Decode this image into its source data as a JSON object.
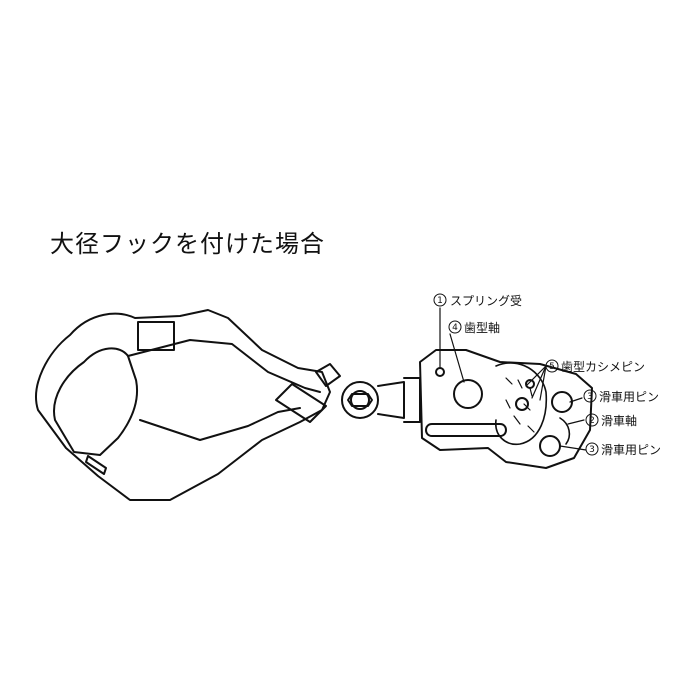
{
  "title": "大径フックを付けた場合",
  "parts": [
    {
      "num": "1",
      "label": "スプリング受"
    },
    {
      "num": "4",
      "label": "歯型軸"
    },
    {
      "num": "5",
      "label": "歯型カシメピン"
    },
    {
      "num": "3",
      "label": "滑車用ピン"
    },
    {
      "num": "2",
      "label": "滑車軸"
    },
    {
      "num": "3",
      "label": "滑車用ピン"
    }
  ]
}
